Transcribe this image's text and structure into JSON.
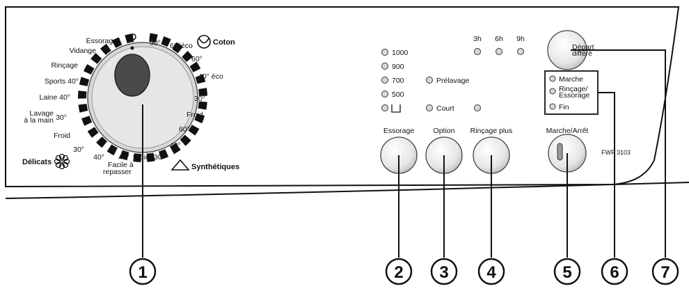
{
  "model": "FWF 3103",
  "dial": {
    "labels_left": [
      "Essorage",
      "Vidange",
      "Rinçage",
      "Sports 40°",
      "Laine 40°",
      "Lavage",
      "à la main",
      "30°",
      "Froid",
      "30°",
      "40°"
    ],
    "labels_top": [
      "90°",
      "60°éco"
    ],
    "labels_right": [
      "60°",
      "40° éco",
      "30°",
      "Froid",
      "60°",
      "40°",
      "30°"
    ],
    "labels_bottom": [
      "Froid",
      "40°",
      "Facile à",
      "repasser"
    ],
    "cotton_label": "Coton",
    "synthetic_label": "Synthétiques",
    "delicate_label": "Délicats"
  },
  "spin_speeds": [
    "1000",
    "900",
    "700",
    "500"
  ],
  "option_labels": [
    "Prélavage",
    "Court"
  ],
  "delay_hours": [
    "3h",
    "6h",
    "9h"
  ],
  "buttons": {
    "essorage": "Essorage",
    "option": "Option",
    "rincage_plus": "Rinçage plus",
    "marche_arret": "Marche/Arrêt",
    "depart_line1": "Départ",
    "depart_line2": "différé"
  },
  "status": {
    "marche": "Marche",
    "rincage_line1": "Rinçage/",
    "rincage_line2": "Essorage",
    "fin": "Fin"
  },
  "callouts": [
    "1",
    "2",
    "3",
    "4",
    "5",
    "6",
    "7"
  ]
}
